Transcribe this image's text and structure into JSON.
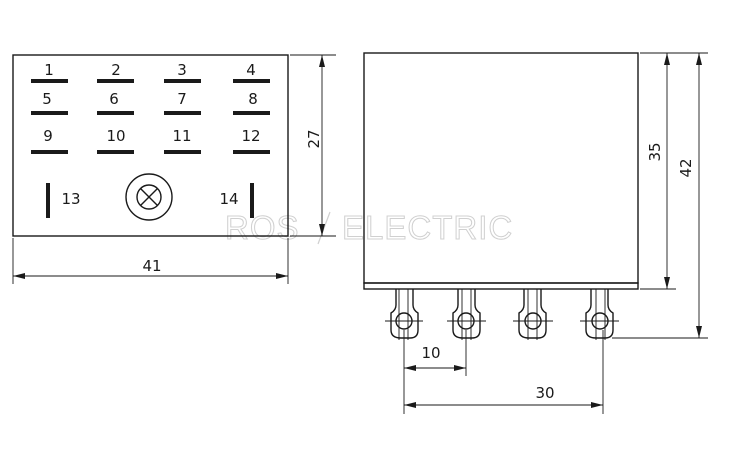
{
  "pins": {
    "p1": "1",
    "p2": "2",
    "p3": "3",
    "p4": "4",
    "p5": "5",
    "p6": "6",
    "p7": "7",
    "p8": "8",
    "p9": "9",
    "p10": "10",
    "p11": "11",
    "p12": "12",
    "p13": "13",
    "p14": "14"
  },
  "dimensions": {
    "width_front": "41",
    "height_front": "27",
    "body_height": "35",
    "total_height": "42",
    "pin_pitch": "10",
    "pin_span": "30"
  },
  "watermark": {
    "left": "ROS",
    "right": "ELECTRIC"
  }
}
